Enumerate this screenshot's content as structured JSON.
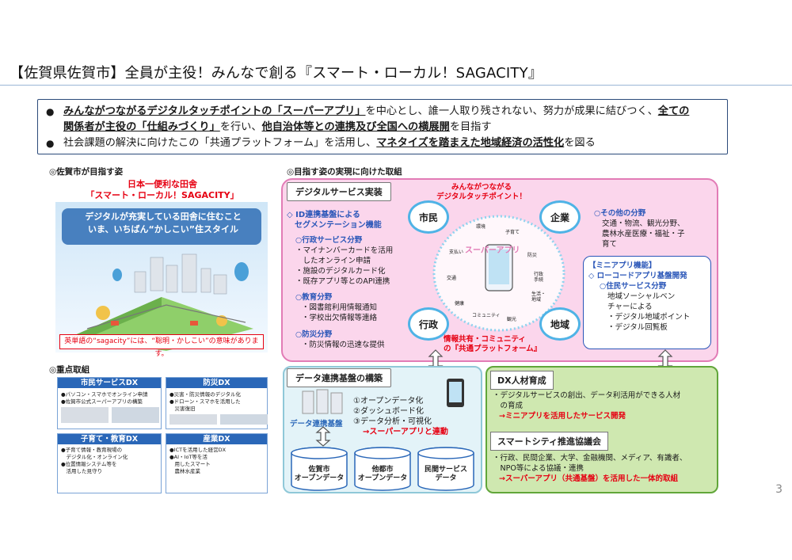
{
  "title": "【佐賀県佐賀市】全員が主役！みんなで創る『スマート・ローカル！SAGACITY』",
  "summary": {
    "line1_a": "みんながつながるデジタルタッチポイントの「スーパーアプリ」",
    "line1_b": "を中心とし、誰一人取り残されない、努力が成果に結びつく、",
    "line1_c": "全ての",
    "line2_a": "関係者が主役の「仕組みづくり」",
    "line2_b": "を行い、",
    "line2_c": "他自治体等との連携及び全国への横展開",
    "line2_d": "を目指す",
    "line3_a": "社会課題の解決に向けたこの「共通プラットフォーム」を活用し、",
    "line3_b": "マネタイズを踏まえた地域経済の活性化",
    "line3_c": "を図る"
  },
  "left": {
    "vision_heading": "◎佐賀市が目指す姿",
    "vision_red1": "日本一便利な田舎",
    "vision_red2": "「スマート・ローカル！SAGACITY」",
    "vision_white1": "デジタルが充実している田舎に住むこと",
    "vision_white2": "いま、いちばん“かしこい”住スタイル",
    "note": "英単語の“sagacity”には、“聡明・かしこい”の意味があります。",
    "focus_heading": "◎重点取組",
    "dx": [
      {
        "title": "市民サービスDX",
        "lines": [
          "●パソコン・スマホでオンライン申請",
          "●佐賀市公式スーパーアプリの構築"
        ]
      },
      {
        "title": "防災DX",
        "lines": [
          "●災害・防災情報のデジタル化",
          "●ドローン・スマホを活用した",
          "　災害復旧"
        ]
      },
      {
        "title": "子育て・教育DX",
        "lines": [
          "●子育て情報・教育現場の",
          "　デジタル化・オンライン化",
          "●位置情報システム等を",
          "　活用した見守り"
        ]
      },
      {
        "title": "産業DX",
        "lines": [
          "●ICTを活用した経営DX",
          "●AI・IoT等を活",
          "　用したスマート",
          "　農林水産業"
        ]
      }
    ]
  },
  "right": {
    "heading": "◎目指す姿の実現に向けた取組",
    "digital_tab": "デジタルサービス実装",
    "touch_title1": "みんながつながる",
    "touch_title2": "デジタルタッチポイント！",
    "id_base": [
      "◇ ID連携基盤による",
      "　セグメンテーション機能"
    ],
    "admin_heading": "○行政サービス分野",
    "admin_lines": [
      "・マイナンバーカードを活用",
      "　したオンライン申請",
      "・施設のデジタルカード化",
      "・既存アプリ等とのAPI連携"
    ],
    "edu_heading": "○教育分野",
    "edu_lines": [
      "・図書館利用情報通知",
      "・学校出欠情報等連絡"
    ],
    "disaster_heading": "○防災分野",
    "disaster_lines": [
      "・防災情報の迅速な提供"
    ],
    "circles": {
      "citizen": "市民",
      "company": "企業",
      "admin": "行政",
      "region": "地域"
    },
    "super_app": "スーパーアプリ",
    "icons": [
      "環境",
      "子育て",
      "防災",
      "行政手続",
      "生活・地域",
      "観光",
      "コミュニティ",
      "健康",
      "交通",
      "支払い"
    ],
    "other_heading": "○その他の分野",
    "other_lines": [
      "交通・物流、観光分野、",
      "農林水産医療・福祉・子",
      "育て"
    ],
    "mini_heading": "【ミニアプリ機能】",
    "mini_sub": "◇ ローコードアプリ基盤開発",
    "mini_resident": "○住民サービス分野",
    "mini_lines": [
      "地域ソーシャルベン",
      "チャーによる",
      "・デジタル地域ポイント",
      "・デジタル回覧板"
    ],
    "platform1": "情報共有・コミュニティ",
    "platform2": "の『共通プラットフォーム』",
    "data_tab": "データ連携基盤の構築",
    "data_base_label": "データ連携基盤",
    "data_items": [
      "①オープンデータ化",
      "②ダッシュボード化",
      "③データ分析・可視化"
    ],
    "data_arrow": "→スーパーアプリと連動",
    "cylinders": [
      [
        "佐賀市",
        "オープンデータ"
      ],
      [
        "他都市",
        "オープンデータ"
      ],
      [
        "民間サービス",
        "データ"
      ]
    ],
    "dx_talent_tab": "DX人材育成",
    "dx_talent_lines": [
      "・デジタルサービスの創出、データ利活用ができる人材",
      "　の育成"
    ],
    "dx_talent_arrow": "→ミニアプリを活用したサービス開発",
    "smartcity_tab": "スマートシティ推進協議会",
    "smartcity_lines": [
      "・行政、民間企業、大学、金融機関、メディア、有識者、",
      "　NPO等による協議・連携"
    ],
    "smartcity_arrow": "→スーパーアプリ（共通基盤）を活用した一体的取組"
  },
  "page_number": "3",
  "colors": {
    "accent_red": "#e60012",
    "dx_blue": "#2a67b8",
    "pink_bg": "#fbd6ec",
    "green_bg": "#cfe8b0",
    "blue_bg": "#e3f3f8"
  }
}
